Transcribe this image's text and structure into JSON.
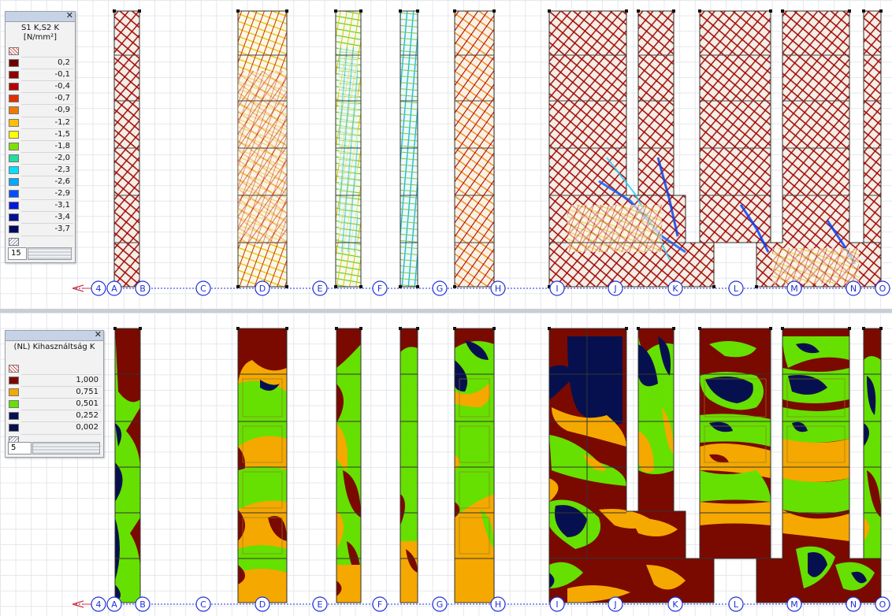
{
  "legend_stress": {
    "title": "S1 K,S2 K\n[N/mm²]",
    "entries": [
      {
        "label": "0,2",
        "color": "#6b0000"
      },
      {
        "label": "-0,1",
        "color": "#8e0000"
      },
      {
        "label": "-0,4",
        "color": "#b40000"
      },
      {
        "label": "-0,7",
        "color": "#e03000"
      },
      {
        "label": "-0,9",
        "color": "#f07800"
      },
      {
        "label": "-1,2",
        "color": "#ffc000"
      },
      {
        "label": "-1,5",
        "color": "#ffff00"
      },
      {
        "label": "-1,8",
        "color": "#7ee000"
      },
      {
        "label": "-2,0",
        "color": "#20e0a0"
      },
      {
        "label": "-2,3",
        "color": "#00e0ff"
      },
      {
        "label": "-2,6",
        "color": "#00a8ff"
      },
      {
        "label": "-2,9",
        "color": "#0050ff"
      },
      {
        "label": "-3,1",
        "color": "#0018d8"
      },
      {
        "label": "-3,4",
        "color": "#001090"
      },
      {
        "label": "-3,7",
        "color": "#000860"
      }
    ],
    "step_value": "15"
  },
  "legend_util": {
    "title": "(NL) Kihasználtság K",
    "entries": [
      {
        "label": "1,000",
        "color": "#7a0a00"
      },
      {
        "label": "0,751",
        "color": "#f5a800"
      },
      {
        "label": "0,501",
        "color": "#66e000"
      },
      {
        "label": "0,252",
        "color": "#07104f"
      },
      {
        "label": "0,002",
        "color": "#07104f"
      }
    ],
    "step_value": "5"
  },
  "axis_labels": [
    "4",
    "A",
    "B",
    "C",
    "D",
    "E",
    "F",
    "G",
    "H",
    "I",
    "J",
    "K",
    "L",
    "M",
    "N",
    "O"
  ],
  "colors": {
    "util_max": "#7a0a00",
    "util_high": "#f5a800",
    "util_mid": "#66e000",
    "util_low": "#07104f",
    "axis_blue": "#1f2fd8"
  }
}
